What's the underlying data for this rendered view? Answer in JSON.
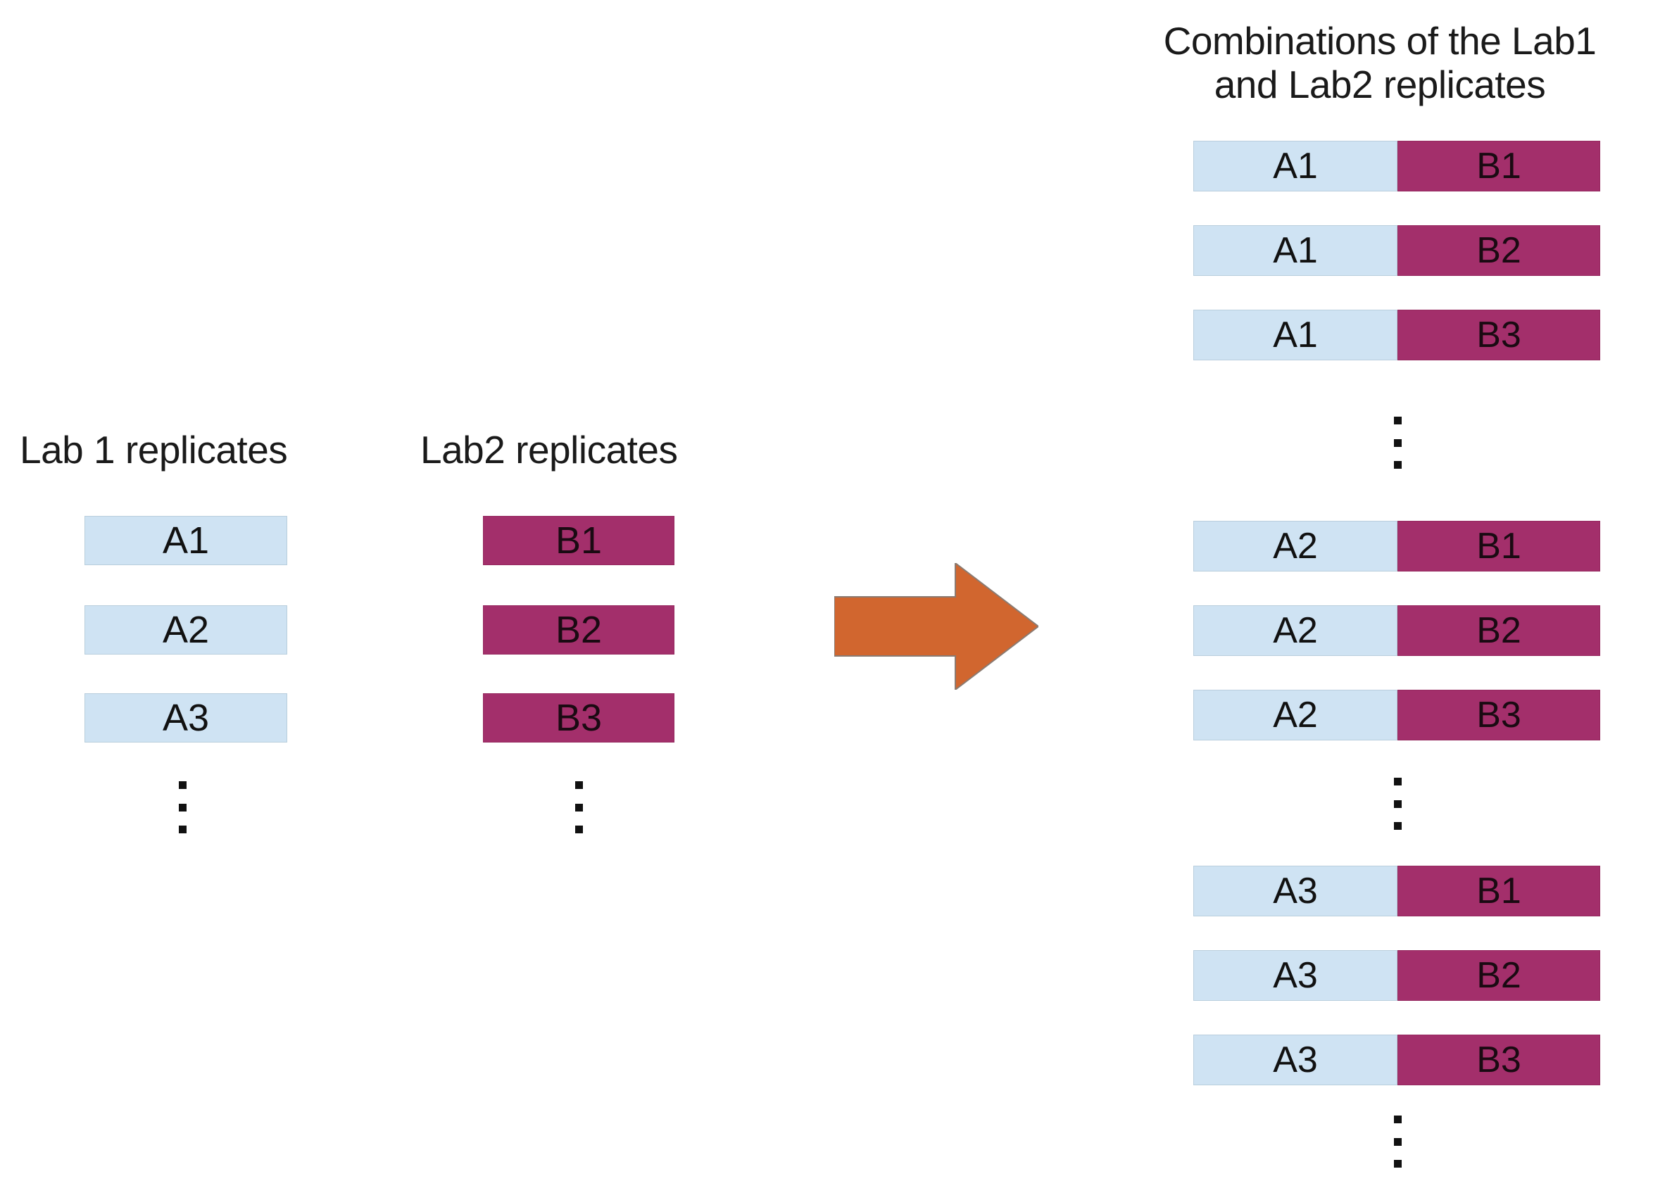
{
  "colors": {
    "blue_fill": "#cfe3f3",
    "blue_border": "#b9cedd",
    "magenta_fill": "#a32f6b",
    "magenta_border": "#95295f",
    "arrow_orange": "#d1662f",
    "text": "#1a1a1a",
    "background": "#ffffff"
  },
  "lab1": {
    "heading": "Lab 1 replicates",
    "items": [
      {
        "label": "A1"
      },
      {
        "label": "A2"
      },
      {
        "label": "A3"
      }
    ],
    "continuation": "⋮"
  },
  "lab2": {
    "heading": "Lab2 replicates",
    "items": [
      {
        "label": "B1"
      },
      {
        "label": "B2"
      },
      {
        "label": "B3"
      }
    ],
    "continuation": "⋮"
  },
  "arrow": {
    "name": "right-arrow",
    "direction": "right",
    "color": "#d1662f"
  },
  "combinations": {
    "title_line1": "Combinations of the Lab1",
    "title_line2": "and Lab2 replicates",
    "groups": [
      {
        "group_label": "A1",
        "rows": [
          {
            "left": "A1",
            "right": "B1"
          },
          {
            "left": "A1",
            "right": "B2"
          },
          {
            "left": "A1",
            "right": "B3"
          }
        ],
        "continuation": "⋮"
      },
      {
        "group_label": "A2",
        "rows": [
          {
            "left": "A2",
            "right": "B1"
          },
          {
            "left": "A2",
            "right": "B2"
          },
          {
            "left": "A2",
            "right": "B3"
          }
        ],
        "continuation": "⋮"
      },
      {
        "group_label": "A3",
        "rows": [
          {
            "left": "A3",
            "right": "B1"
          },
          {
            "left": "A3",
            "right": "B2"
          },
          {
            "left": "A3",
            "right": "B3"
          }
        ],
        "continuation": "⋮"
      }
    ]
  }
}
